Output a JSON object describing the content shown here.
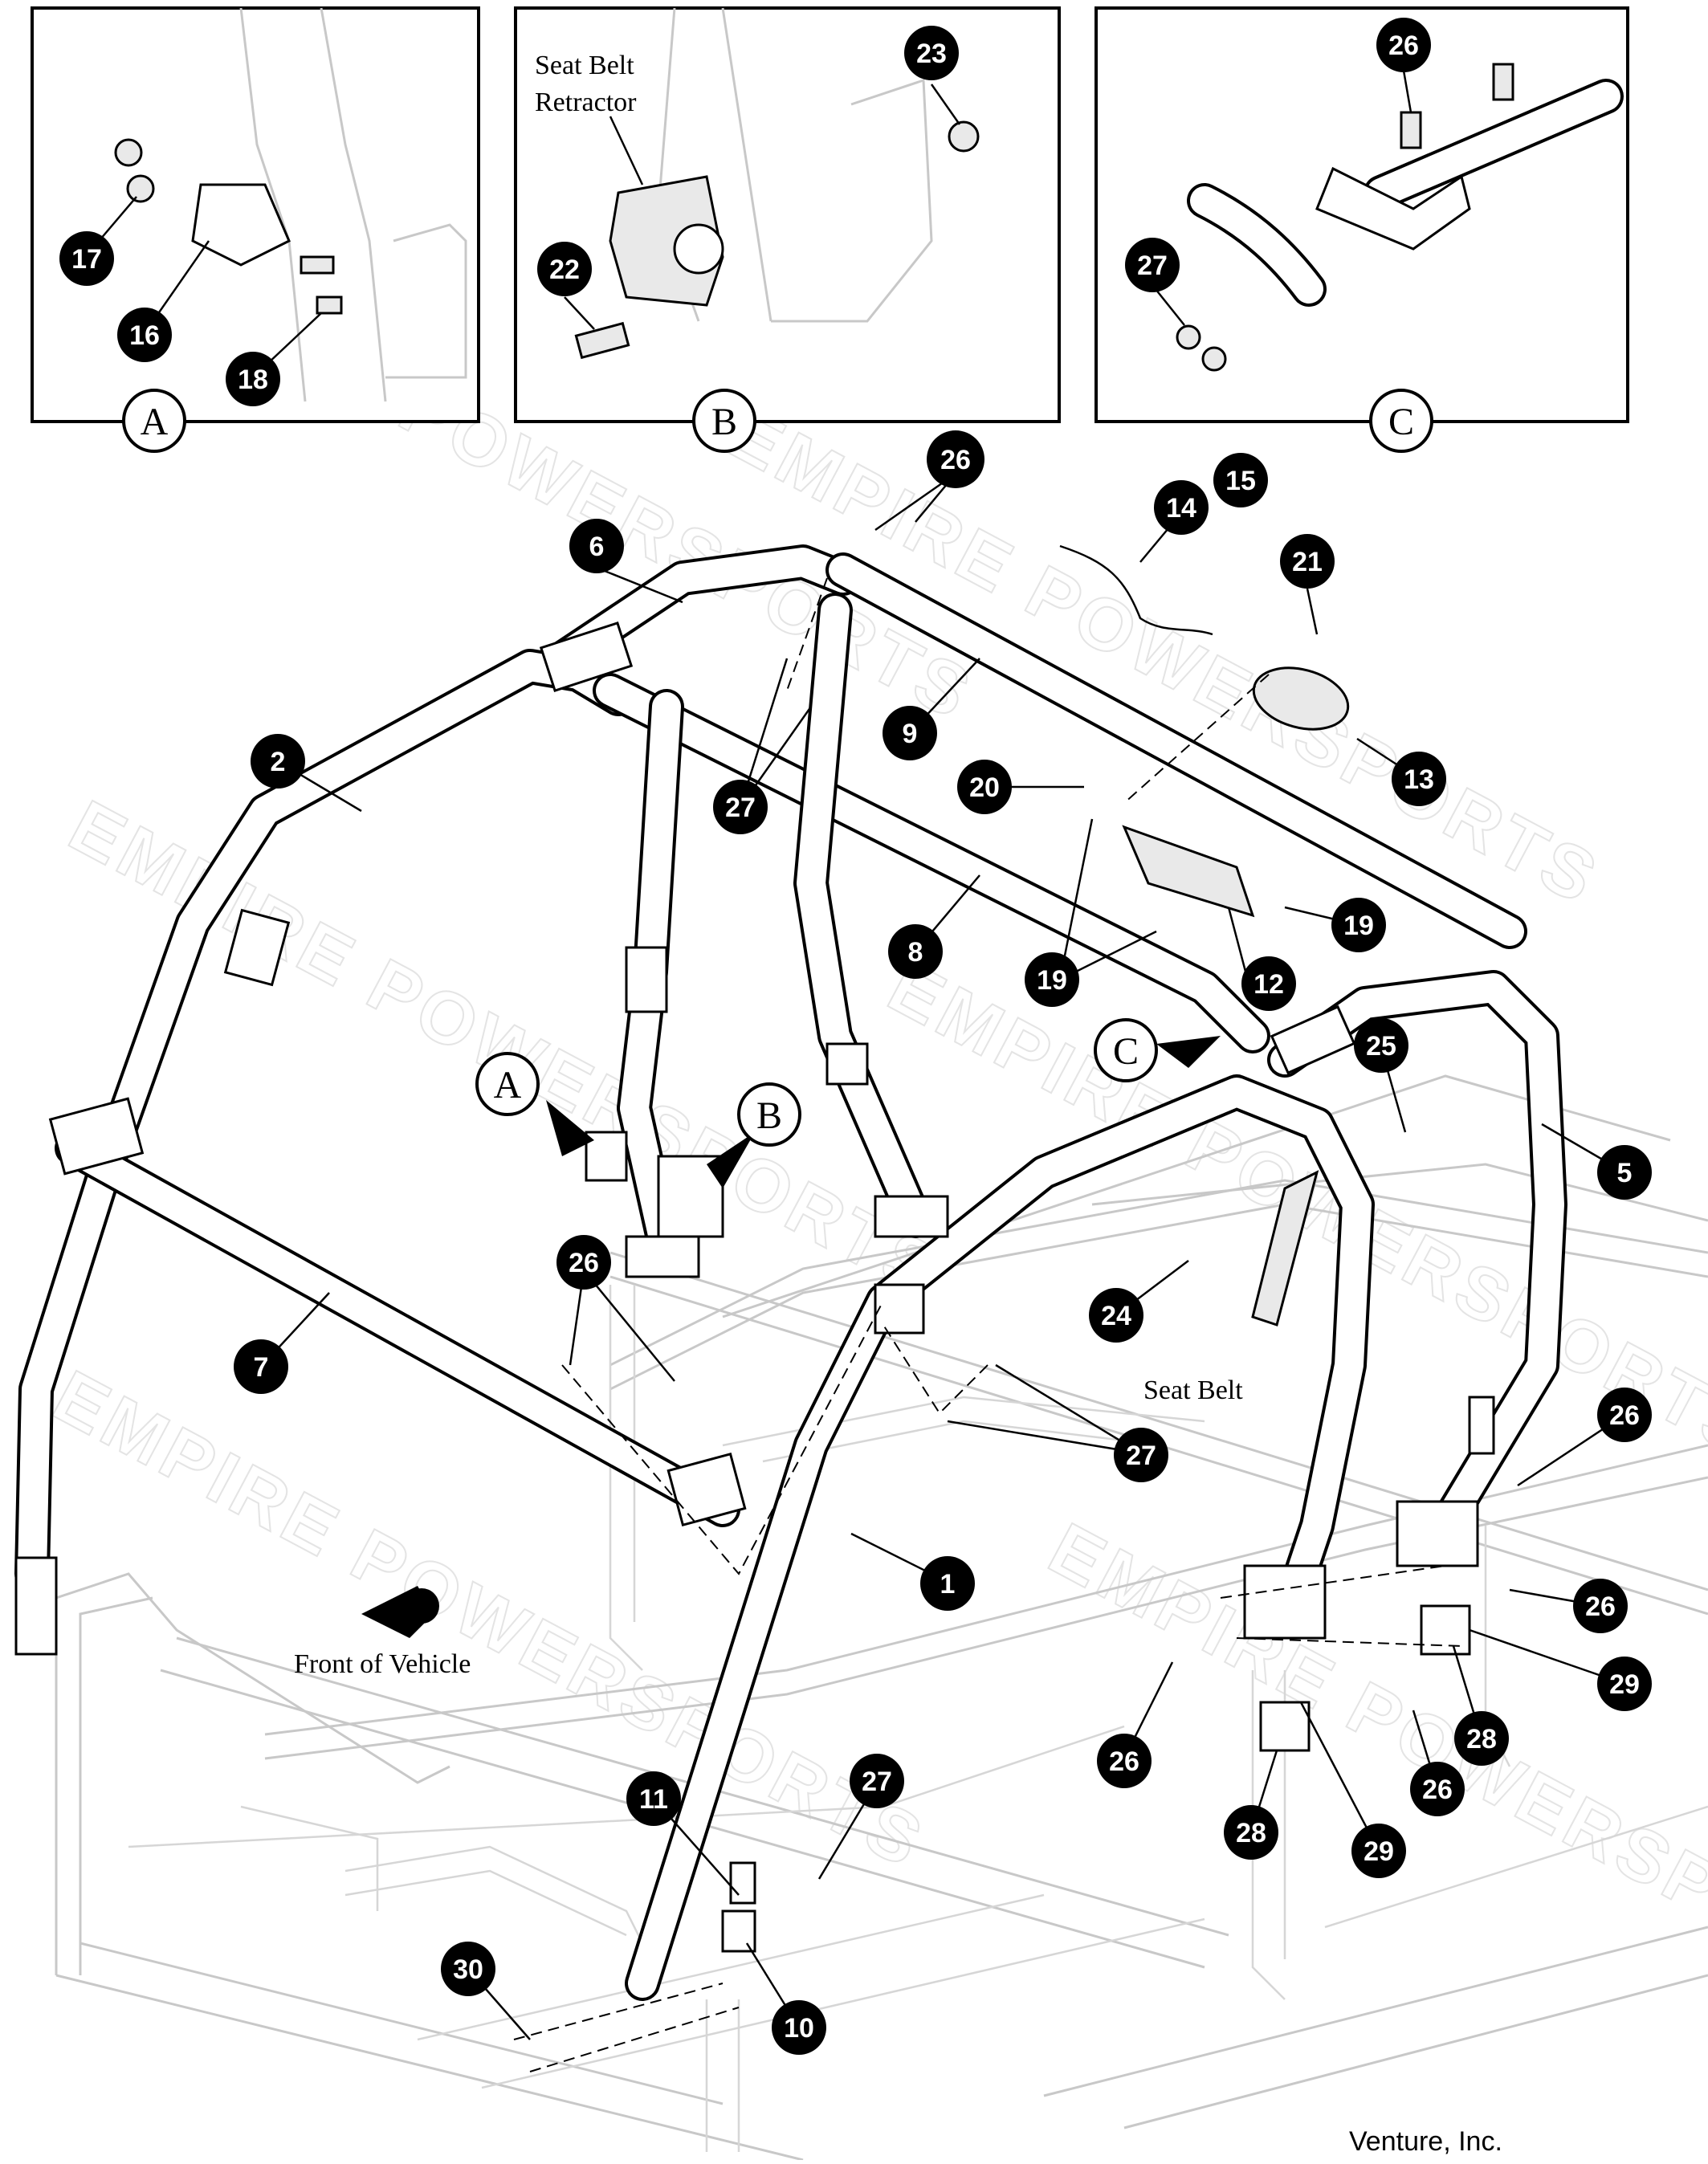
{
  "diagram": {
    "watermark": "EMPIRE POWERSPORTS",
    "footer_credit": "Venture, Inc.",
    "insets": [
      {
        "letter": "A",
        "callouts": [
          "17",
          "16",
          "18"
        ]
      },
      {
        "letter": "B",
        "label_line1": "Seat Belt",
        "label_line2": "Retractor",
        "callouts": [
          "23",
          "22"
        ]
      },
      {
        "letter": "C",
        "callouts": [
          "26",
          "27"
        ]
      }
    ],
    "main_labels": {
      "seat_belt": "Seat Belt",
      "front_of_vehicle": "Front of Vehicle"
    },
    "detail_refs": [
      "A",
      "B",
      "C"
    ],
    "callouts": [
      "26",
      "15",
      "14",
      "21",
      "6",
      "9",
      "13",
      "2",
      "27",
      "20",
      "19",
      "8",
      "19",
      "12",
      "25",
      "5",
      "26",
      "24",
      "7",
      "27",
      "26",
      "1",
      "26",
      "29",
      "26",
      "28",
      "26",
      "11",
      "27",
      "28",
      "29",
      "30",
      "10"
    ]
  }
}
